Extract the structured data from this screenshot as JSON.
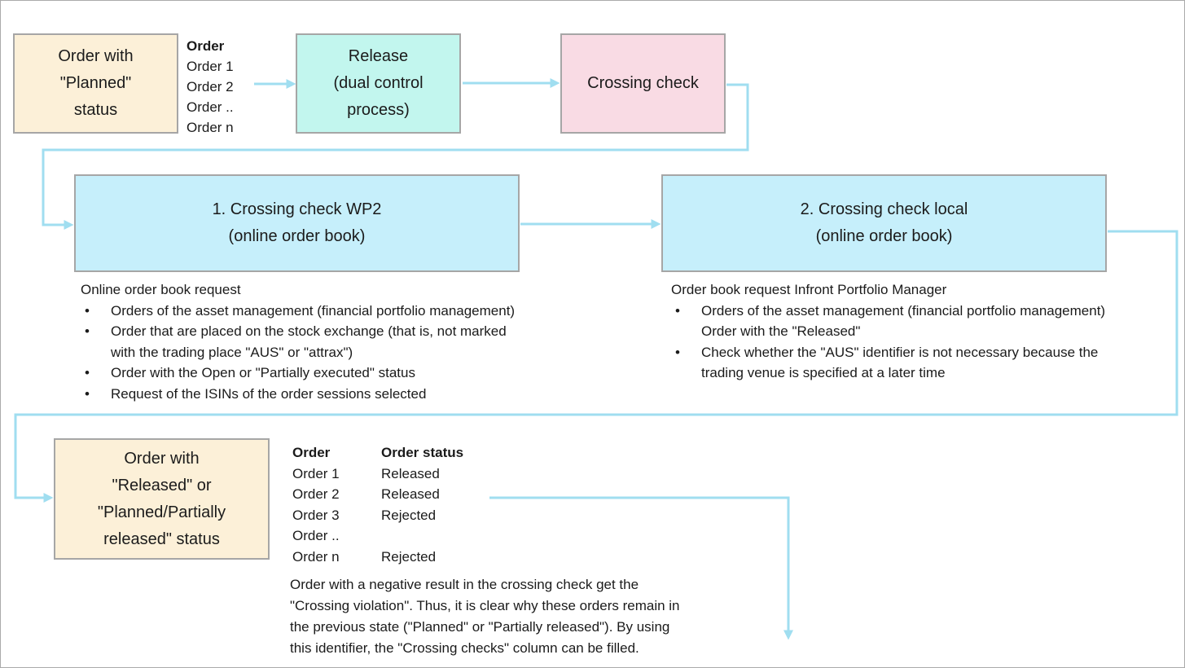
{
  "colors": {
    "box_cream": "#fcf0d8",
    "box_cyan": "#c2f6ee",
    "box_pink": "#f9dbe4",
    "box_blue": "#c6effb",
    "box_border_gray": "#a6a6a6",
    "connector_blue": "#a0def0"
  },
  "flow_top": {
    "planned_box": "Order with\n\"Planned\"\nstatus",
    "order_list": {
      "header": "Order",
      "items": [
        "Order 1",
        "Order 2",
        "Order ..",
        "Order n"
      ]
    },
    "release_box": "Release\n(dual control\nprocess)",
    "crossing_check_box": "Crossing check"
  },
  "checks": {
    "wp2": {
      "title": "1. Crossing check WP2\n(online order book)",
      "notes_intro": "Online order book request",
      "bullets": [
        "Orders of the asset management (financial portfolio management)",
        "Order that are placed on the stock exchange (that is, not marked\nwith the trading place \"AUS\" or \"attrax\")",
        "Order with the Open or \"Partially executed\" status",
        "Request of the ISINs of the order sessions selected"
      ]
    },
    "local": {
      "title": "2. Crossing check local\n(online order book)",
      "notes_intro": "Order book request Infront Portfolio Manager",
      "bullets": [
        "Orders of the asset management (financial portfolio management)\nOrder with the \"Released\"",
        "Check whether the \"AUS\" identifier is not necessary because the\ntrading venue is specified at a later time"
      ]
    }
  },
  "result": {
    "released_box": "Order with\n\"Released\" or\n\"Planned/Partially\nreleased\" status",
    "orders_table": {
      "headers": [
        "Order",
        "Order status"
      ],
      "rows": [
        [
          "Order 1",
          "Released"
        ],
        [
          "Order 2",
          "Released"
        ],
        [
          "Order 3",
          "Rejected"
        ],
        [
          "Order ..",
          ""
        ],
        [
          "Order n",
          "Rejected"
        ]
      ]
    },
    "note": "Order with a negative result in the crossing check get the\n\"Crossing violation\". Thus, it is clear why these orders remain in\nthe previous state (\"Planned\" or \"Partially released\"). By using\nthis identifier, the \"Crossing checks\" column can be filled."
  }
}
